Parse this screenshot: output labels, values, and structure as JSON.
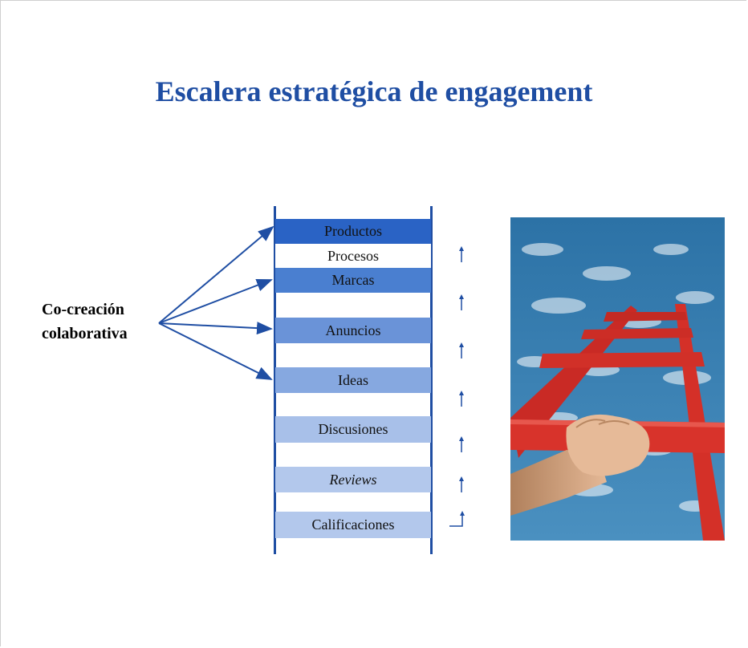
{
  "slide": {
    "title": "Escalera estratégica de engagement",
    "left_label_line1": "Co-creación",
    "left_label_line2": "colaborativa"
  },
  "ladder": {
    "rungs": [
      {
        "label": "Productos",
        "color": "#2a63c5",
        "style": "normal"
      },
      {
        "label": "Procesos",
        "color": "#ffffff",
        "style": "normal"
      },
      {
        "label": "Marcas",
        "color": "#4a7fd0",
        "style": "normal"
      },
      {
        "label": "Anuncios",
        "color": "#6a93d8",
        "style": "normal"
      },
      {
        "label": "Ideas",
        "color": "#86a8e0",
        "style": "normal"
      },
      {
        "label": "Discusiones",
        "color": "#a8c0e9",
        "style": "normal"
      },
      {
        "label": "Reviews",
        "color": "#b3c8ec",
        "style": "italic"
      },
      {
        "label": "Calificaciones",
        "color": "#b3c8ec",
        "style": "normal"
      }
    ],
    "rail_color": "#1f4ea3",
    "arrow_color": "#1f4ea3"
  },
  "photo": {
    "subject": "hand-grabbing-red-ladder-against-sky",
    "sky_color": "#3f86b8",
    "ladder_color": "#d2302a"
  }
}
